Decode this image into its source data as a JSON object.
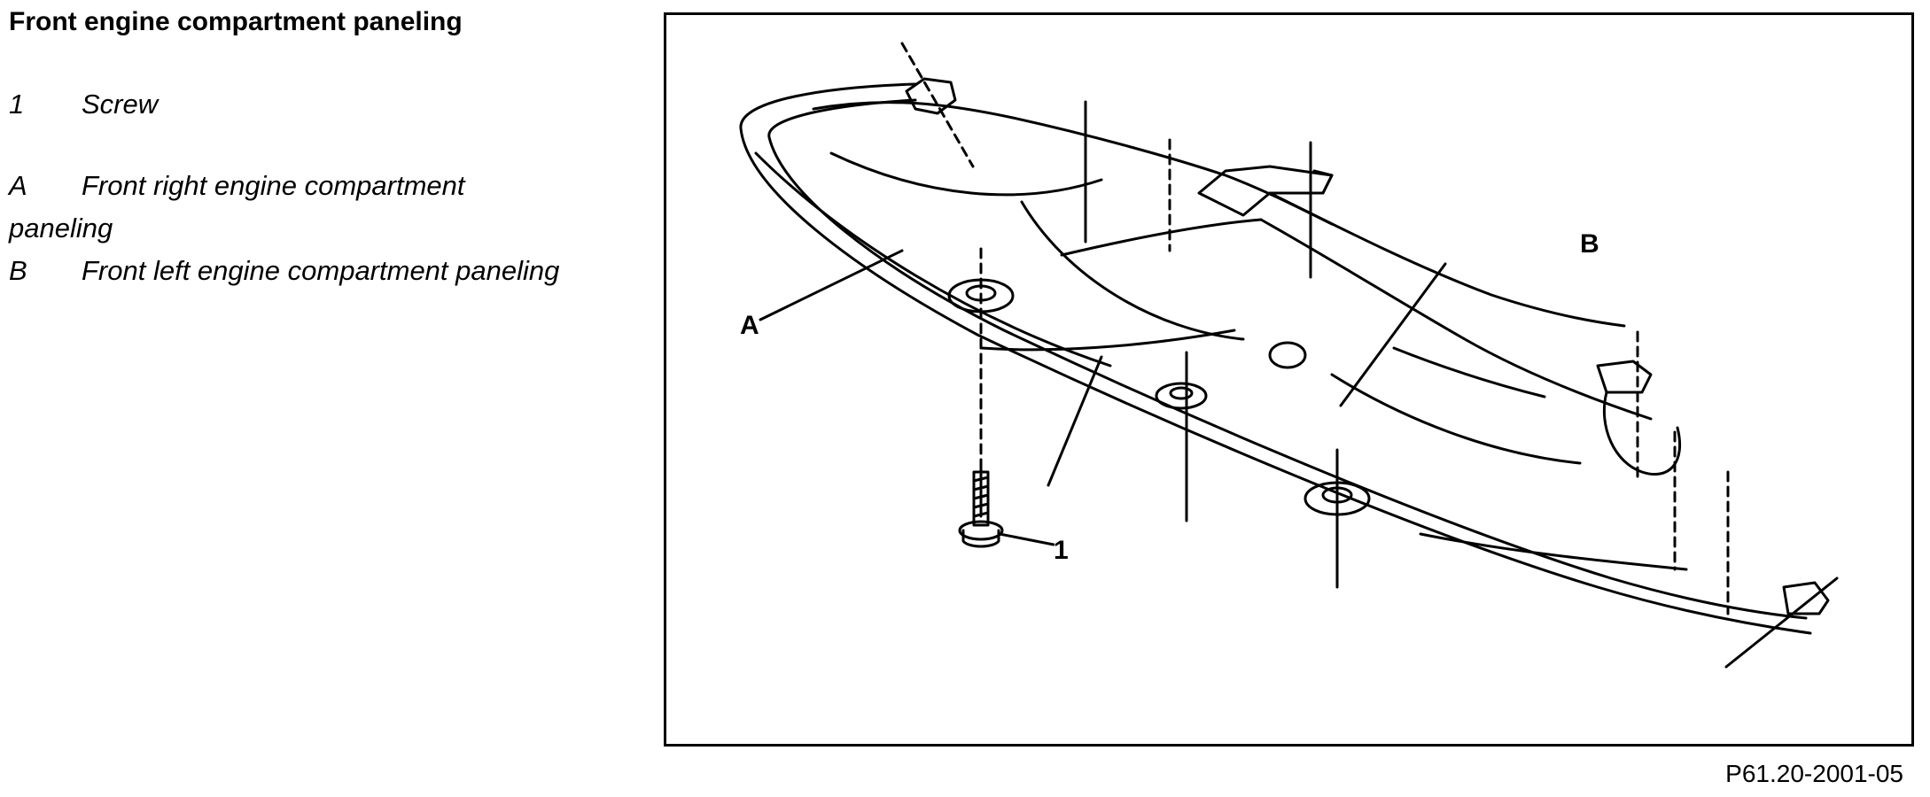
{
  "header": {
    "title": "Front engine compartment paneling"
  },
  "legend": [
    {
      "key": "1",
      "text": "Screw"
    },
    {
      "key": "A",
      "text": "Front right engine compartment paneling"
    },
    {
      "key": "B",
      "text": "Front left engine compartment paneling"
    }
  ],
  "figure": {
    "callouts": {
      "a": "A",
      "b": "B",
      "one": "1"
    },
    "reference": "P61.20-2001-05"
  }
}
